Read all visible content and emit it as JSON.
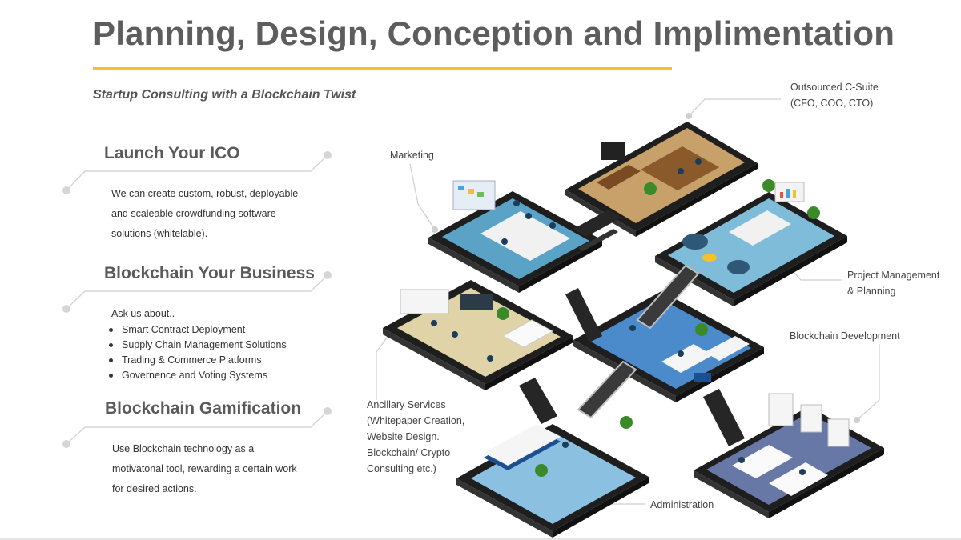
{
  "header": {
    "title": "Planning, Design, Conception and Implimentation",
    "subtitle": "Startup Consulting with a Blockchain Twist",
    "accent_color": "#f4c02e"
  },
  "sections": [
    {
      "heading": "Launch Your ICO",
      "body": [
        "We can create custom, robust, deployable",
        "and scaleable crowdfunding software",
        "solutions (whitelable)."
      ]
    },
    {
      "heading": "Blockchain Your Business",
      "intro": "Ask us about..",
      "bullets": [
        "Smart Contract Deployment",
        "Supply Chain Management Solutions",
        "Trading & Commerce Platforms",
        "Governence and Voting Systems"
      ]
    },
    {
      "heading": "Blockchain Gamification",
      "body": [
        "Use Blockchain technology as a",
        "motivatonal tool, rewarding a certain work",
        "for desired actions."
      ]
    }
  ],
  "callouts": {
    "outsourced": [
      "Outsourced C-Suite",
      "(CFO, COO, CTO)"
    ],
    "marketing": [
      "Marketing"
    ],
    "project_management": [
      "Project Management",
      "& Planning"
    ],
    "blockchain_dev": [
      "Blockchain Development"
    ],
    "ancillary": [
      "Ancillary Services",
      "(Whitepaper Creation,",
      "Website Design.",
      "Blockchain/ Crypto",
      "Consulting etc.)"
    ],
    "administration": [
      "Administration"
    ]
  },
  "illustration": {
    "icon": "isometric-office-smartphones-illustration"
  }
}
